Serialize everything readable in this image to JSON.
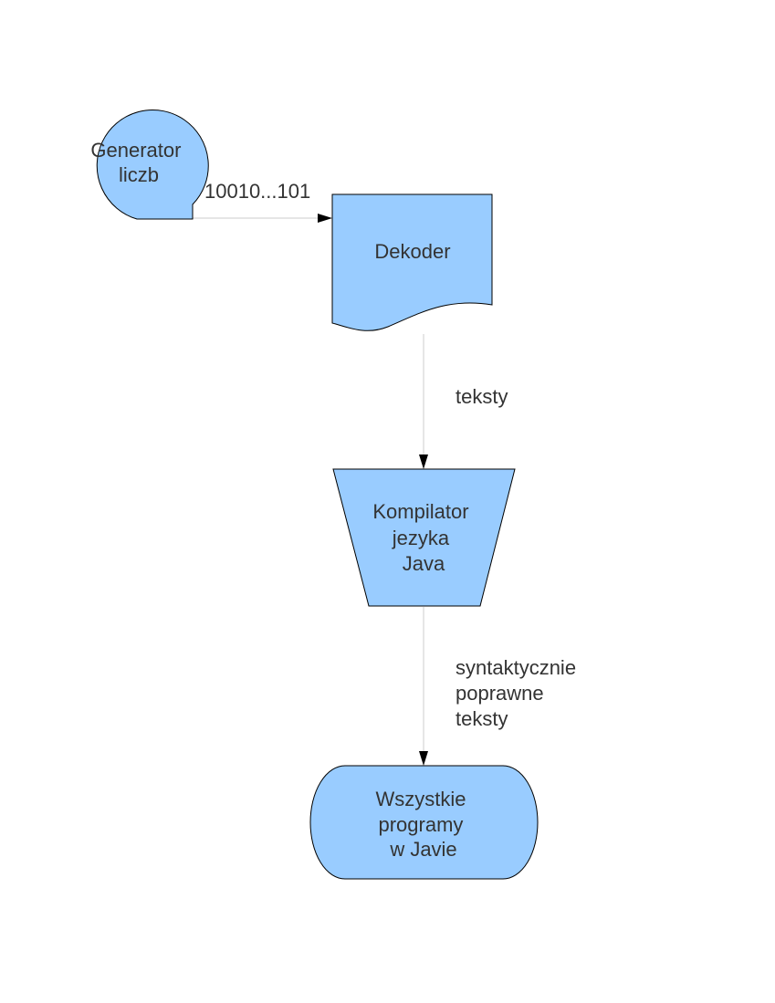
{
  "colors": {
    "node_fill": "#99ccff",
    "node_stroke": "#000000",
    "edge_stroke": "#cccccc",
    "arrow_fill": "#000000",
    "text": "#333333"
  },
  "nodes": {
    "generator": {
      "line1": "Generator",
      "line2": "liczb",
      "shape": "sequential-storage"
    },
    "decoder": {
      "label": "Dekoder",
      "shape": "document"
    },
    "compiler": {
      "line1": "Kompilator",
      "line2": "jezyka",
      "line3": "Java",
      "shape": "manual-operation"
    },
    "programs": {
      "line1": "Wszystkie",
      "line2": "programy",
      "line3": "w Javie",
      "shape": "terminator"
    }
  },
  "edges": {
    "generator_to_decoder": {
      "label": "10010...101"
    },
    "decoder_to_compiler": {
      "label": "teksty"
    },
    "compiler_to_programs": {
      "line1": "syntaktycznie",
      "line2": "poprawne",
      "line3": "teksty"
    }
  }
}
